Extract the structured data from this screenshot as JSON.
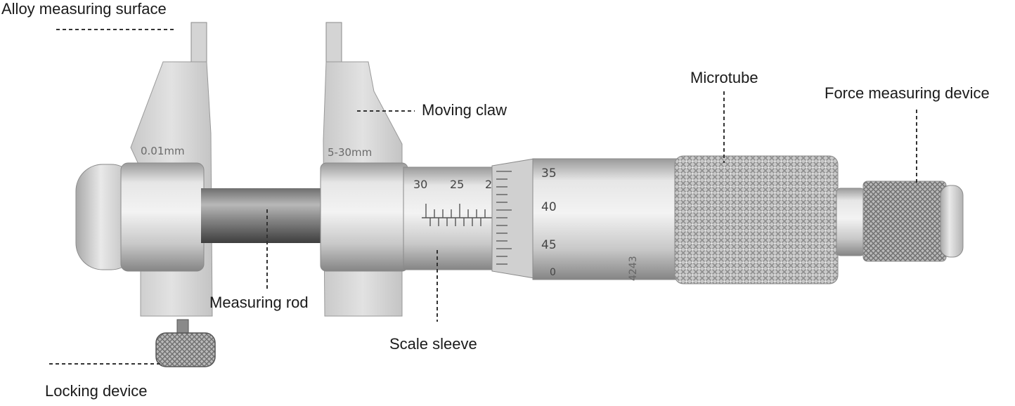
{
  "labels": {
    "alloy_surface": "Alloy measuring surface",
    "moving_claw": "Moving claw",
    "microtube": "Microtube",
    "force_device": "Force measuring device",
    "measuring_rod": "Measuring rod",
    "scale_sleeve": "Scale sleeve",
    "locking_device": "Locking device"
  },
  "engravings": {
    "resolution": "0.01mm",
    "range": "5-30mm",
    "serial": "4243"
  },
  "scales": {
    "sleeve_numbers": [
      "30",
      "25",
      "2"
    ],
    "thimble_numbers": [
      "35",
      "40",
      "45",
      "0"
    ]
  },
  "colors": {
    "callout_line": "#333333",
    "metal_light": "#e4e4e4",
    "metal_mid": "#bdbdbd",
    "metal_dark": "#7a7a7a",
    "rod_dark": "#555555",
    "engraving": "#6a6a6a"
  }
}
